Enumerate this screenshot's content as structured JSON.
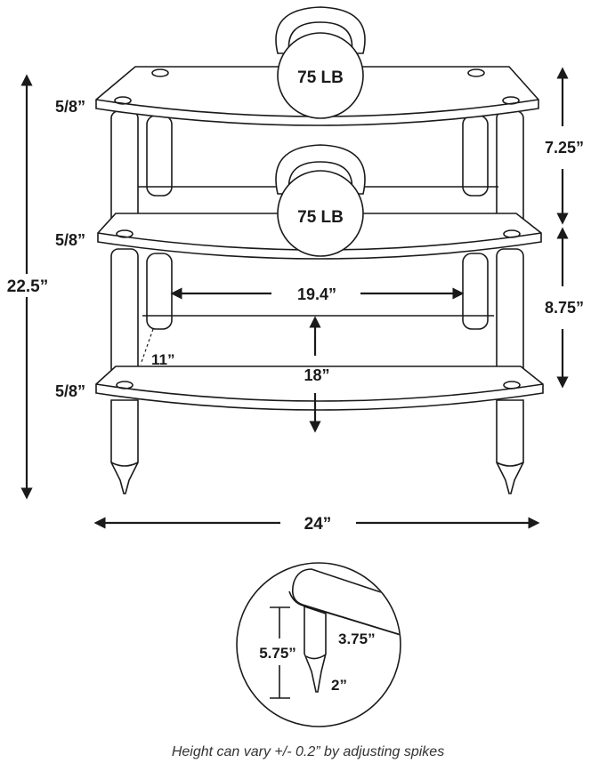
{
  "labels": {
    "weight_top": "75 LB",
    "weight_middle": "75 LB",
    "thickness_top": "5/8”",
    "thickness_middle": "5/8”",
    "thickness_bottom": "5/8”",
    "total_height": "22.5”",
    "top_gap": "7.25”",
    "middle_gap": "8.75”",
    "inner_width": "19.4”",
    "depth": "11”",
    "bottom_gap": "18”",
    "total_width": "24”",
    "spike_total": "5.75”",
    "spike_leg": "3.75”",
    "spike_tip": "2”"
  },
  "caption": "Height can vary +/- 0.2” by adjusting spikes"
}
